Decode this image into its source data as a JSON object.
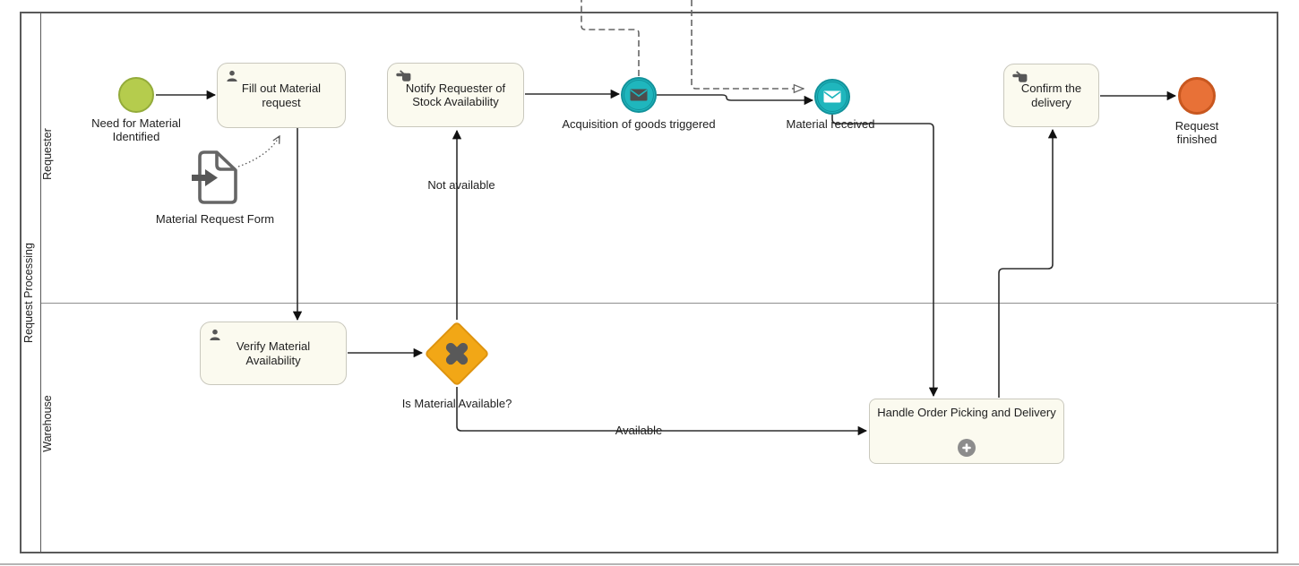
{
  "pool": {
    "label": "Request Processing",
    "lanes": [
      "Requester",
      "Warehouse"
    ]
  },
  "nodes": {
    "start_event": {
      "label": "Need for Material Identified"
    },
    "task_fill_out": {
      "label": "Fill out Material request"
    },
    "data_object": {
      "label": "Material Request Form"
    },
    "task_notify": {
      "label": "Notify Requester of Stock Availability"
    },
    "event_acquisition": {
      "label": "Acquisition of goods triggered"
    },
    "event_material_received": {
      "label": "Material received"
    },
    "task_confirm": {
      "label": "Confirm the delivery"
    },
    "end_event": {
      "label": "Request finished"
    },
    "task_verify": {
      "label": "Verify Material Availability"
    },
    "gateway": {
      "label": "Is Material Available?"
    },
    "subprocess_handle": {
      "label": "Handle Order Picking and Delivery"
    }
  },
  "flow_labels": {
    "not_available": "Not available",
    "available": "Available"
  },
  "icons": {
    "user": "user-icon",
    "manual": "manual-hand-icon",
    "message": "envelope-icon",
    "gateway_marker": "x-icon",
    "subprocess_marker": "plus-icon",
    "data_object_marker": "document-arrow-icon"
  },
  "colors": {
    "start_event_fill": "#b5cc4d",
    "message_event_fill": "#1fb6bd",
    "end_event_fill": "#e87137",
    "gateway_fill": "#f2a716",
    "task_fill": "#fbfaef",
    "icon_gray": "#575757",
    "sequence_flow": "#2e2e2e",
    "message_flow": "#666666"
  }
}
